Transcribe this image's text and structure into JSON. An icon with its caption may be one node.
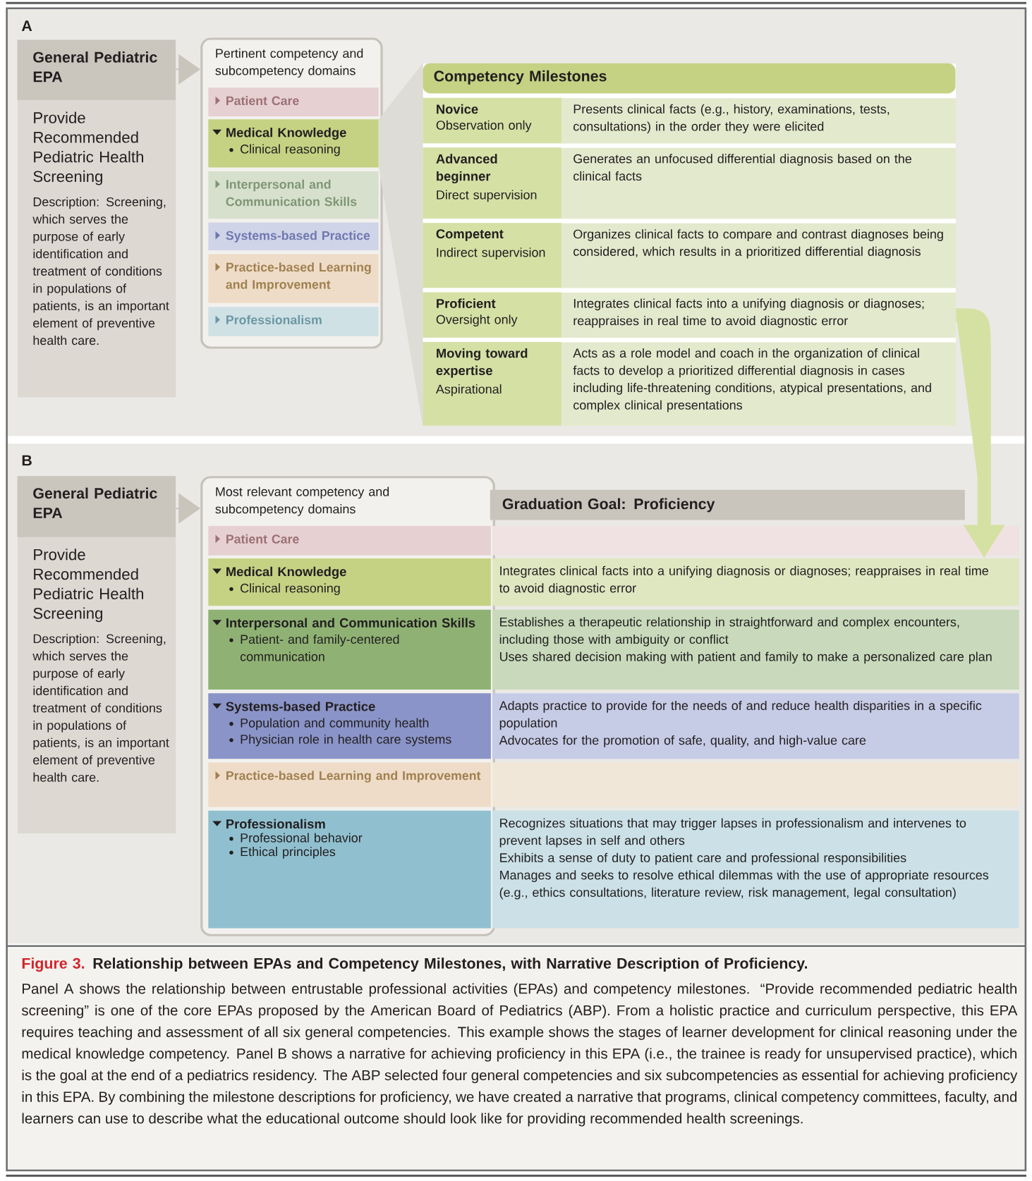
{
  "diagram": {
    "title": "Relationship between EPAs and Competency Milestones, with Narrative Description of Proficiency.",
    "caption": "Panel A shows the relationship between entrustable professional activities (EPAs) and competency milestones. “Provide recommended pediatric health screening” is one of the core EPAs proposed by the American Board of Pediatrics (ABP). From a holistic practice and curriculum perspective, this EPA requires teaching and assessment of all six general competencies. This example shows the stages of learner development for clinical reasoning under the medical knowledge competency. Panel B shows a narrative for achieving proficiency in this EPA (i.e., the trainee is ready for unsupervised practice), which is the goal at the end of a pediatrics residency. The ABP selected four general competencies and six subcompetencies as essential for achieving proficiency in this EPA. By combining the milestone descriptions for proficiency, we have created a narrative that programs, clinical competency committees, faculty, and learners can use to describe what the educational outcome should look like for providing recommended health screenings.",
    "nodes": [
      {
        "text": [
          "General Pediatric EPA",
          "Provide Recommended Pediatric Health Screening",
          "Description: Screening, which serves the purpose of early identification and treatment of conditions in populations of patients, is an important element of preventive health care."
        ]
      },
      {
        "text": [
          "Pertinent competency and subcompetency domains"
        ]
      },
      {
        "text": [
          "Patient Care"
        ],
        "in": 1
      },
      {
        "text": [
          "Medical Knowledge",
          "Clinical reasoning"
        ],
        "in": 1
      },
      {
        "text": [
          "Interpersonal and Communication Skills"
        ],
        "in": 1
      },
      {
        "text": [
          "Systems-based Practice"
        ],
        "in": 1
      },
      {
        "text": [
          "Practice-based Learning and Improvement"
        ],
        "in": 1
      },
      {
        "text": [
          "Professionalism"
        ],
        "in": 1
      },
      {
        "text": [
          "Competency Milestones"
        ]
      },
      {
        "text": [
          "Novice",
          "Observation only",
          "Presents clinical facts (e.g., history, examinations, tests, consultations) in the order they were elicited"
        ],
        "in": 8
      },
      {
        "text": [
          "Advanced beginner",
          "Direct supervision",
          "Generates an unfocused differential diagnosis based on the clinical facts"
        ],
        "in": 8
      },
      {
        "text": [
          "Competent",
          "Indirect supervision",
          "Organizes clinical facts to compare and contrast diagnoses being considered, which results in a prioritized differential diagnosis"
        ],
        "in": 8
      },
      {
        "text": [
          "Proficient",
          "Oversight only",
          "Integrates clinical facts into a unifying diagnosis or diagnoses; reappraises in real time to avoid diagnostic error"
        ],
        "in": 8
      },
      {
        "text": [
          "Moving toward expertise",
          "Aspirational",
          "Acts as a role model and coach in the organization of clinical facts to develop a prioritized differential diagnosis in cases including life-threatening conditions, atypical presentations, and complex clinical presentations"
        ],
        "in": 8
      },
      {
        "text": [
          "General Pediatric EPA",
          "Provide Recommended Pediatric Health Screening",
          "Description: Screening, which serves the purpose of early identification and treatment of conditions in populations of patients, is an important element of preventive health care."
        ]
      },
      {
        "text": [
          "Most relevant competency and subcompetency domains"
        ]
      },
      {
        "text": [
          "Graduation Goal: Proficiency"
        ]
      },
      {
        "text": [
          "Patient Care"
        ],
        "in": 15
      },
      {
        "text": [],
        "shape": "box"
      },
      {
        "text": [
          "Medical Knowledge",
          "Clinical reasoning"
        ],
        "in": 15
      },
      {
        "text": [
          "Integrates clinical facts into a unifying diagnosis or diagnoses; reappraises in real time to avoid diagnostic error"
        ]
      },
      {
        "text": [
          "Interpersonal and Communication Skills",
          "Patient- and family-centered communication"
        ],
        "in": 15
      },
      {
        "text": [
          "Establishes a therapeutic relationship in straightforward and complex encounters, including those with ambiguity or conflict",
          "Uses shared decision making with patient and family to make a personalized care plan"
        ]
      },
      {
        "text": [
          "Systems-based Practice",
          "Population and community health",
          "Physician role in health care systems"
        ],
        "in": 15
      },
      {
        "text": [
          "Adapts practice to provide for the needs of and reduce health disparities in a specific population",
          "Advocates for the promotion of safe, quality, and high-value care"
        ]
      },
      {
        "text": [
          "Practice-based Learning and Improvement"
        ],
        "in": 15
      },
      {
        "text": [],
        "shape": "box"
      },
      {
        "text": [
          "Professionalism",
          "Professional behavior",
          "Ethical principles"
        ],
        "in": 15
      },
      {
        "text": [
          "Recognizes situations that may trigger lapses in professionalism and intervenes to prevent lapses in self and others",
          "Exhibits a sense of duty to patient care and professional responsibilities",
          "Manages and seeks to resolve ethical dilemmas with the use of appropriate resources (e.g., ethics consultations, literature review, risk management, legal consultation)"
        ]
      }
    ],
    "edges": [
      {
        "from": 0,
        "to": 1,
        "arrow": "to"
      },
      {
        "from": 3,
        "to": 8,
        "arrow": "none"
      },
      {
        "from": 14,
        "to": 15,
        "arrow": "to"
      },
      {
        "from": 12,
        "to": 20,
        "arrow": "to",
        "style": "thick",
        "color": "#d5e1a3"
      }
    ],
    "labels": [
      "A",
      "B",
      "Figure 3."
    ]
  }
}
